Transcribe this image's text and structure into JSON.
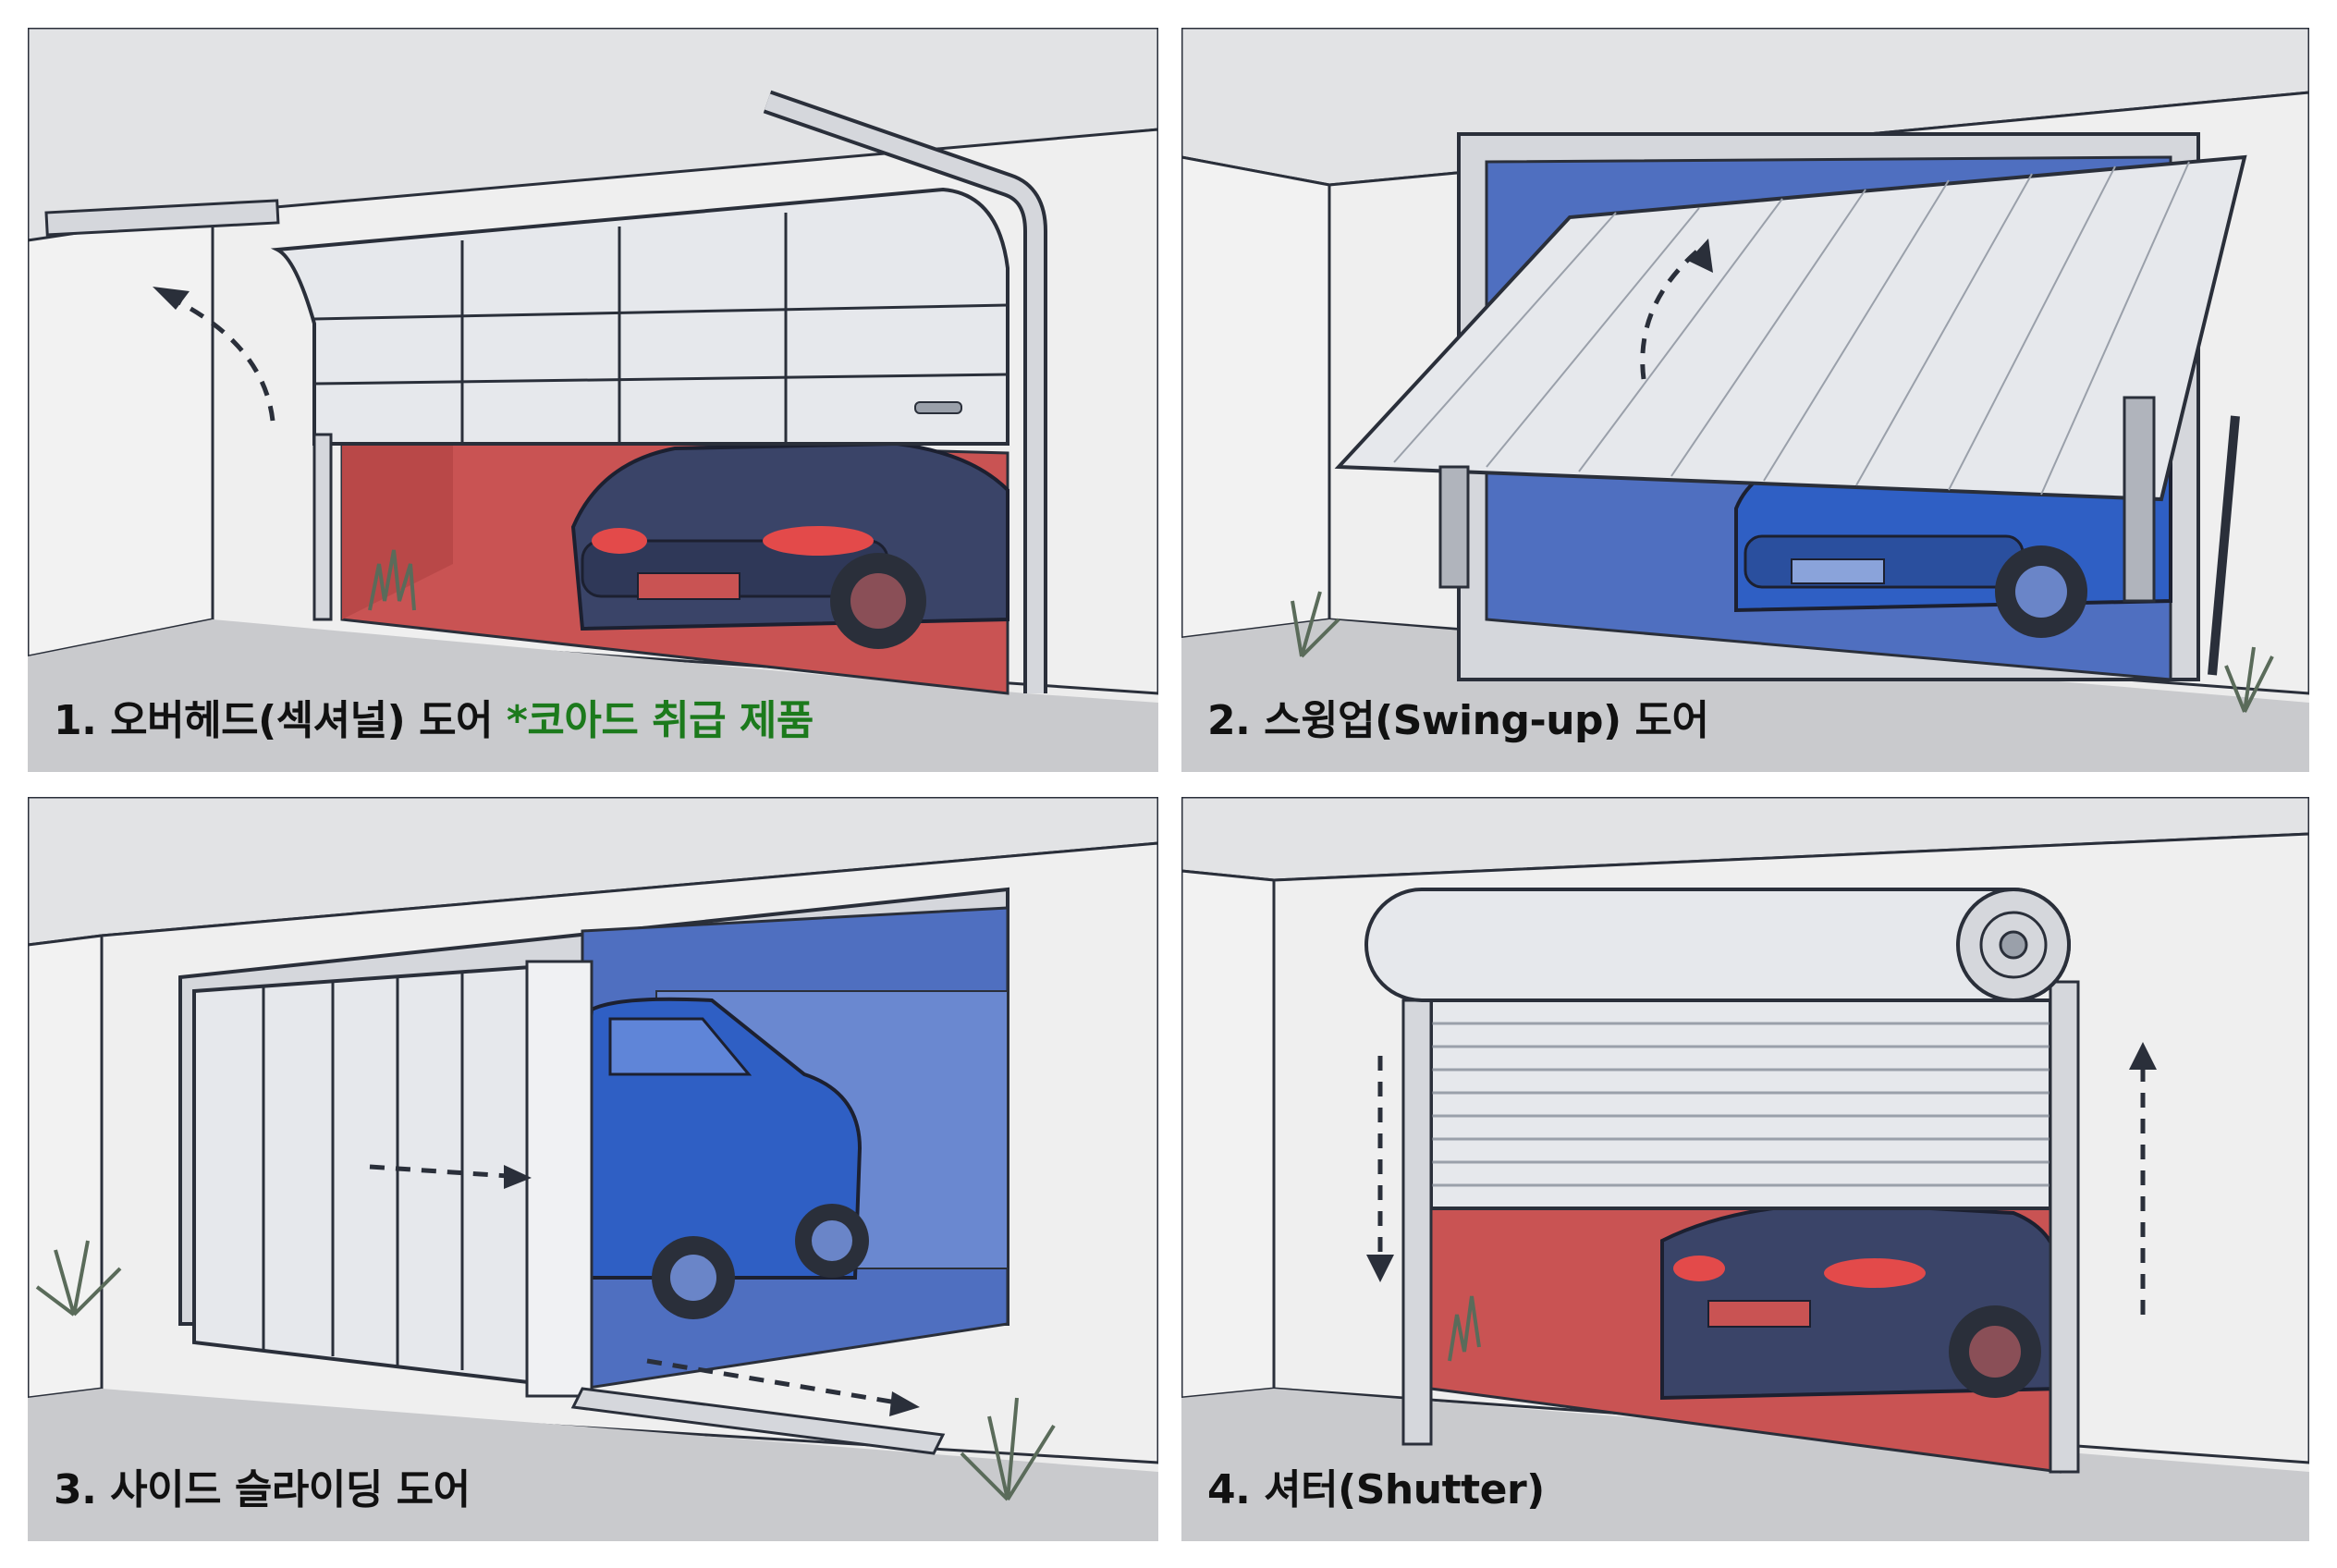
{
  "panels": [
    {
      "number": "1.",
      "label": "오버헤드(섹셔널) 도어",
      "note": "*코아드 취급 제품",
      "door_color": "#c95353"
    },
    {
      "number": "2.",
      "label": "스윙업(Swing-up) 도어",
      "door_color": "#4f6fc0"
    },
    {
      "number": "3.",
      "label": "사이드 슬라이딩 도어",
      "door_color": "#4f6fc0"
    },
    {
      "number": "4.",
      "label": "셔터(Shutter)",
      "door_color": "#c95353"
    }
  ],
  "colors": {
    "background": "#ececec",
    "floor": "#c9cacd",
    "frame": "#d5d7dc",
    "outline": "#2a2f3a",
    "car_dark": "#3a4468",
    "car_blue": "#2f5fc4",
    "note_green": "#1c7a1c"
  }
}
